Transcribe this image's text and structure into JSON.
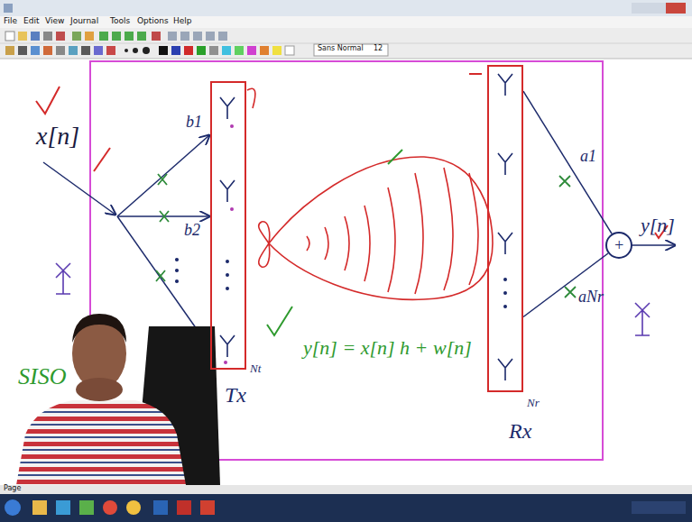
{
  "diagram": {
    "nodes": [
      {
        "text": [
          "Tx"
        ]
      },
      {
        "text": [
          "Rx"
        ]
      },
      {
        "text": [
          "+"
        ]
      }
    ],
    "edges": [
      {
        "from": 1,
        "to": 2,
        "arrow": "none",
        "label": "a1"
      },
      {
        "from": 1,
        "to": 2,
        "arrow": "none",
        "label": "aNr"
      }
    ],
    "labels": [
      "File",
      "Edit",
      "View",
      "Journal",
      "Tools",
      "Options",
      "Help",
      "Sans Normal",
      "12",
      "x[n]",
      "b1",
      "b2",
      "Nt",
      "y[n] = x[n] h + w[n]",
      "Nr",
      "y[n]",
      "SISO",
      "Page"
    ]
  }
}
